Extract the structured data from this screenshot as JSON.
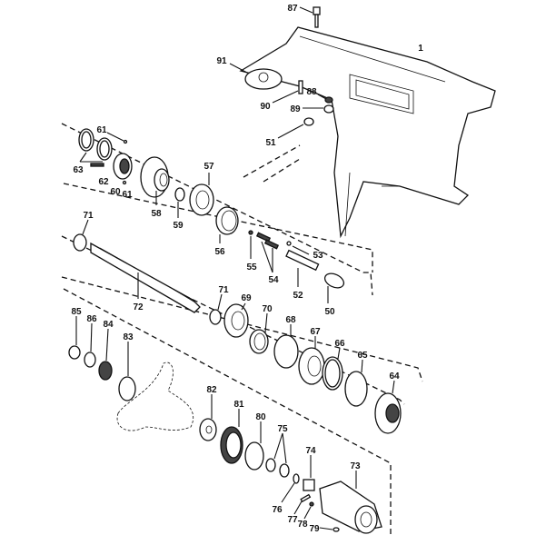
{
  "diagram": {
    "title": "Gearcase exploded parts view",
    "labels": {
      "p87": "87",
      "p1": "1",
      "p91": "91",
      "p90": "90",
      "p88": "88",
      "p89": "89",
      "p51": "51",
      "p61a": "61",
      "p63": "63",
      "p62": "62",
      "p60": "60",
      "p61b": "61",
      "p58": "58",
      "p57": "57",
      "p59": "59",
      "p56": "56",
      "p71a": "71",
      "p72": "72",
      "p71b": "71",
      "p69": "69",
      "p70": "70",
      "p68": "68",
      "p67": "67",
      "p66": "66",
      "p65": "65",
      "p64": "64",
      "p55": "55",
      "p54": "54",
      "p53": "53",
      "p52": "52",
      "p50": "50",
      "p85": "85",
      "p86": "86",
      "p84": "84",
      "p83": "83",
      "p82": "82",
      "p81": "81",
      "p80": "80",
      "p75": "75",
      "p74": "74",
      "p73": "73",
      "p76": "76",
      "p77": "77",
      "p78": "78",
      "p79": "79"
    }
  }
}
